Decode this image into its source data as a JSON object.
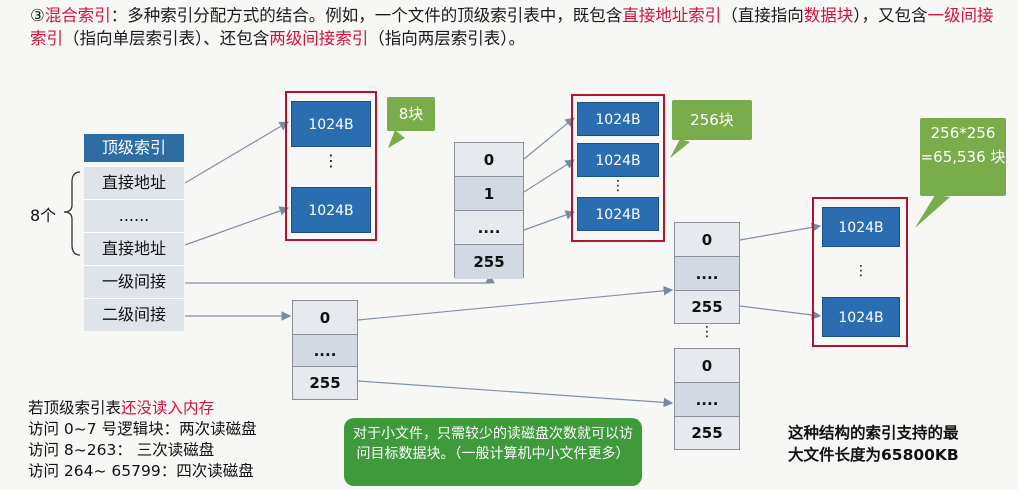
{
  "intro": {
    "lead": "③",
    "term": "混合索引",
    "t1": "：多种索引分配方式的结合。例如，一个文件的顶级索引表中，既包含",
    "k1": "直接地址索引",
    "t2": "（直接指向",
    "k2": "数据块",
    "t3": "），又包含",
    "k3": "一级间接索引",
    "t4": "（指向单层索引表）、还包含",
    "k4": "两级间接索引",
    "t5": "（指向两层索引表）。"
  },
  "top_index": {
    "header": "顶级索引",
    "rows": [
      "直接地址",
      "......",
      "直接地址",
      "一级间接",
      "二级间接"
    ],
    "brace_label": "8个"
  },
  "direct_blocks": {
    "top": "1024B",
    "dots": "⋮",
    "bottom": "1024B",
    "callout": "8块"
  },
  "single_table": {
    "cells": [
      "0",
      "1",
      "....",
      "255"
    ]
  },
  "single_blocks": {
    "b1": "1024B",
    "b2": "1024B",
    "dots": "⋮",
    "b3": "1024B",
    "callout": "256块"
  },
  "double_root": {
    "cells": [
      "0",
      "....",
      "255"
    ]
  },
  "double_t1": {
    "cells": [
      "0",
      "....",
      "255"
    ]
  },
  "double_dots": "⋮",
  "double_t2": {
    "cells": [
      "0",
      "....",
      "255"
    ]
  },
  "double_blocks": {
    "b1": "1024B",
    "dots": "⋮",
    "b2": "1024B",
    "callout": "256*256 =65,536 块"
  },
  "bottom_left": {
    "line1a": "若顶级索引表",
    "line1b": "还没读入内存",
    "line2": "访问 0~7 号逻辑块：两次读磁盘",
    "line3": "访问 8~263：  三次读磁盘",
    "line4": "访问 264~ 65799：四次读磁盘"
  },
  "note": "对于小文件，只需较少的读磁盘次数就可以访问目标数据块。（一般计算机中小文件更多）",
  "conclusion": {
    "line1": "这种结构的索引支持的最",
    "line2": "大文件长度为65800KB"
  },
  "colors": {
    "accent_red": "#d4143a",
    "block_blue": "#2a6db0",
    "callout_green": "#79ad4c",
    "note_green": "#3f9a3c"
  }
}
